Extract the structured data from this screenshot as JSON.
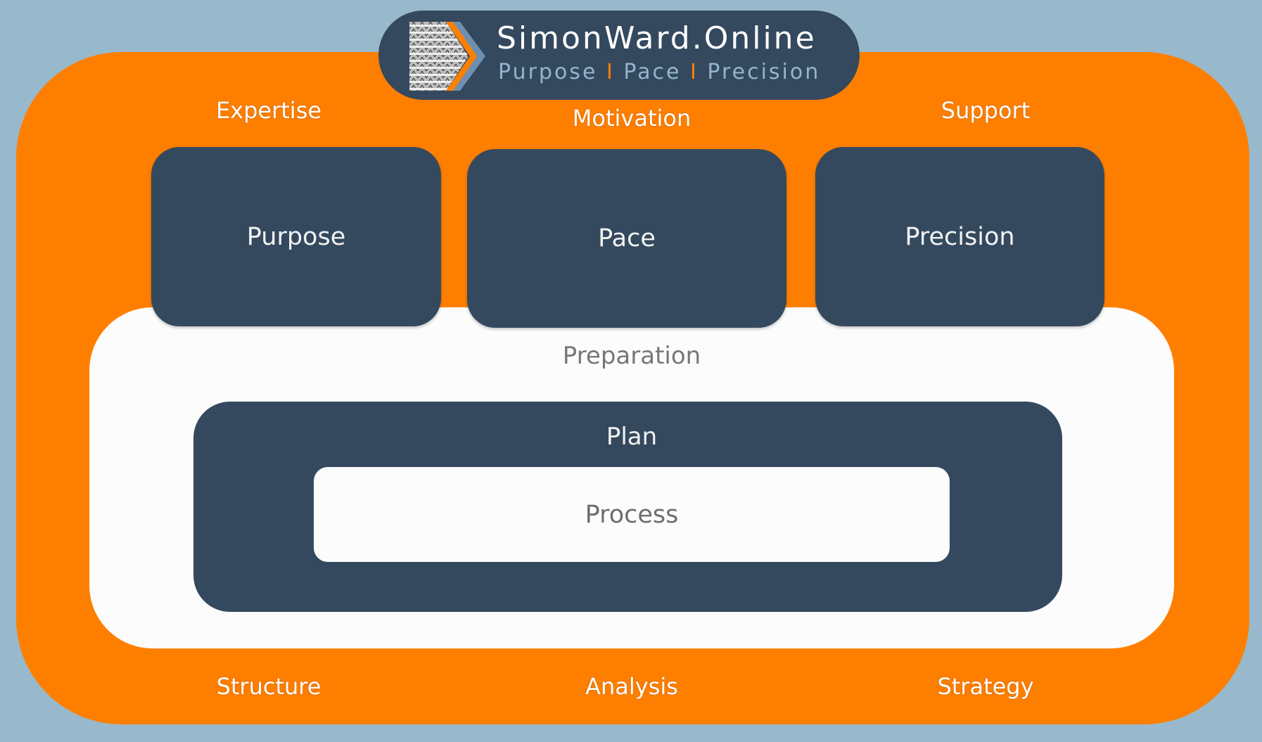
{
  "logo": {
    "title": "SimonWard.Online",
    "tagline": [
      "Purpose",
      "Pace",
      "Precision"
    ],
    "separator": "I"
  },
  "top_labels": [
    "Expertise",
    "Motivation",
    "Support"
  ],
  "boxes": [
    "Purpose",
    "Pace",
    "Precision"
  ],
  "preparation": "Preparation",
  "plan": "Plan",
  "process": "Process",
  "bottom_labels": [
    "Structure",
    "Analysis",
    "Strategy"
  ],
  "colors": {
    "background": "#98b9cc",
    "orange": "#fe7f00",
    "navy": "#34495e",
    "white": "#fdfcfd"
  }
}
